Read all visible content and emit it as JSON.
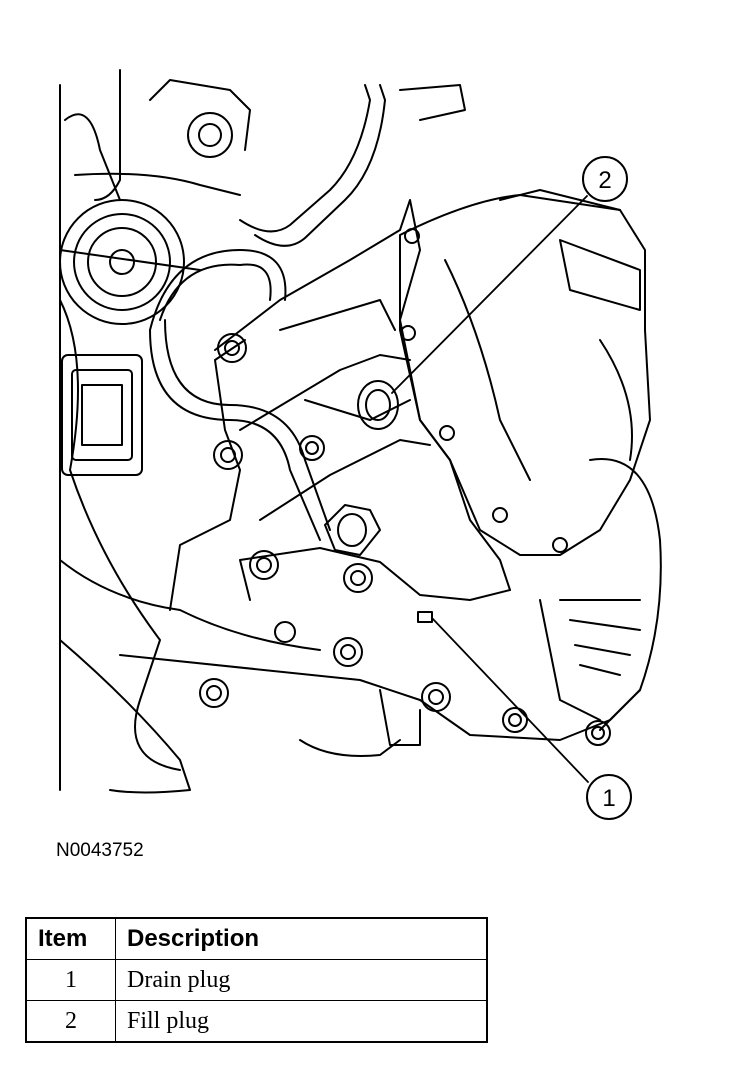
{
  "figure": {
    "id": "N0043752",
    "callouts": [
      {
        "number": "1",
        "label": "Drain plug"
      },
      {
        "number": "2",
        "label": "Fill plug"
      }
    ]
  },
  "table": {
    "headers": {
      "item": "Item",
      "description": "Description"
    },
    "rows": [
      {
        "item": "1",
        "description": "Drain plug"
      },
      {
        "item": "2",
        "description": "Fill plug"
      }
    ]
  }
}
